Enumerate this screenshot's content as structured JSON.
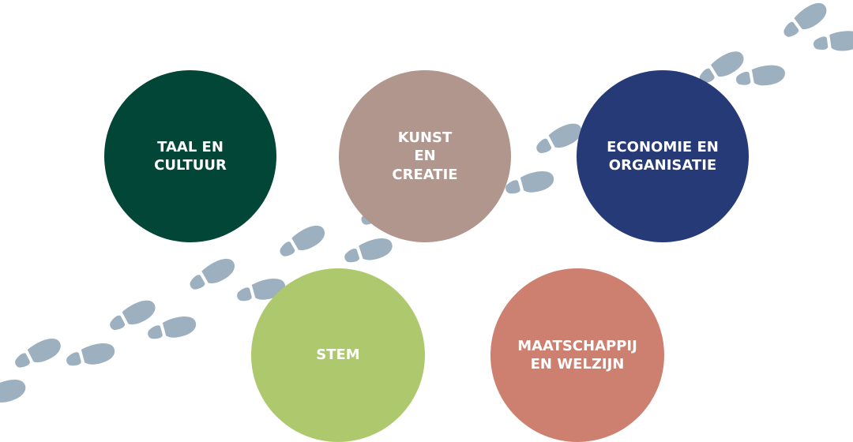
{
  "colors": {
    "footprint": "#9db0bf",
    "taal": "#014636",
    "kunst": "#b0968d",
    "economie": "#263a77",
    "stem": "#aec96d",
    "maatschappij": "#cd8070"
  },
  "icons": [
    "footprint-icon"
  ],
  "domains": {
    "taal": "TAAL EN\nCULTUUR",
    "kunst": "KUNST\nEN\nCREATIE",
    "economie": "ECONOMIE EN\nORGANISATIE",
    "stem": "STEM",
    "maatschappij": "MAATSCHAPPIJ\nEN WELZIJN"
  }
}
